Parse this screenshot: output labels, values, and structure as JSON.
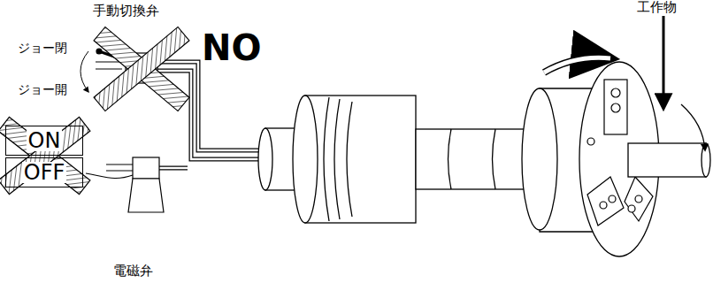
{
  "diagram": {
    "nodes": [
      {
        "text": [
          "ON"
        ]
      },
      {
        "text": [
          "OFF"
        ]
      }
    ],
    "labels": [
      "手動切換弁",
      "ジョー閉",
      "ジョー開",
      "NO",
      "電磁弁",
      "工作物"
    ]
  }
}
